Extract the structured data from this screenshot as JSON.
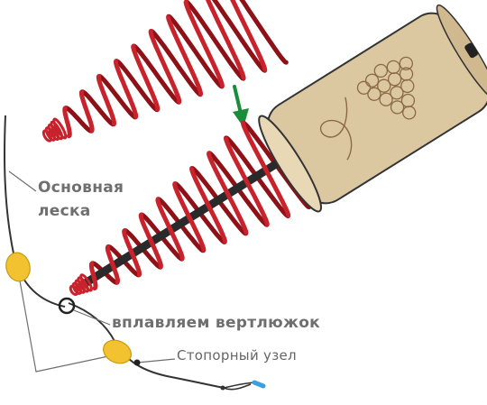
{
  "labels": {
    "main_line_1": "Основная",
    "main_line_2": "леска",
    "swivel": "вплавляем вертлюжок",
    "stopper_knot": "Стопорный узел"
  },
  "colors": {
    "spring": "#c8232c",
    "spring_dark": "#8d1117",
    "cork": "#dcc8a0",
    "cork_outline": "#333333",
    "arrow": "#1a8c3a",
    "bead": "#f2c230",
    "line": "#333333",
    "label": "#6f6f6f",
    "hook_tip": "#3aa0e0"
  },
  "icons": {
    "feeder": "spring-feeder-icon",
    "cork": "cork-float-icon",
    "arrow": "down-arrow-icon",
    "bead": "bead-icon",
    "swivel": "swivel-ring-icon",
    "knot": "stopper-knot-icon"
  }
}
